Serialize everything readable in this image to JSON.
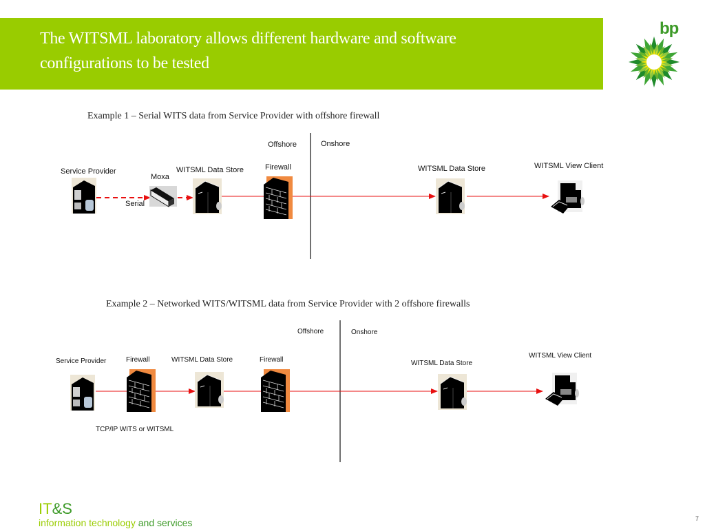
{
  "slide": {
    "title_line1": "The WITSML laboratory allows different hardware and software",
    "title_line2": "configurations to be tested",
    "header_color": "#99cc00",
    "logo": {
      "word": "bp",
      "icon": "helios-sunflower-icon"
    },
    "page_number": "7"
  },
  "example1": {
    "title": "Example 1 – Serial WITS data from Service Provider with offshore firewall",
    "zone_offshore": "Offshore",
    "zone_onshore": "Onshore",
    "nodes": [
      {
        "label": "Service Provider",
        "icon": "server-tower-icon"
      },
      {
        "label": "Moxa",
        "icon": "serial-device-server-icon"
      },
      {
        "label": "WITSML Data Store",
        "icon": "server-icon"
      },
      {
        "label": "Firewall",
        "icon": "firewall-icon"
      },
      {
        "label": "WITSML Data Store",
        "icon": "server-icon"
      },
      {
        "label": "WITSML View Client",
        "icon": "workstation-icon"
      }
    ],
    "link_label": "Serial",
    "link_color": "#e81010"
  },
  "example2": {
    "title": "Example 2 – Networked WITS/WITSML data from Service Provider with 2 offshore firewalls",
    "zone_offshore": "Offshore",
    "zone_onshore": "Onshore",
    "nodes": [
      {
        "label": "Service Provider",
        "icon": "server-tower-icon"
      },
      {
        "label": "Firewall",
        "icon": "firewall-icon"
      },
      {
        "label": "WITSML Data Store",
        "icon": "server-icon"
      },
      {
        "label": "Firewall",
        "icon": "firewall-icon"
      },
      {
        "label": "WITSML Data Store",
        "icon": "server-icon"
      },
      {
        "label": "WITSML View Client",
        "icon": "workstation-icon"
      }
    ],
    "link_label": "TCP/IP WITS or WITSML",
    "link_color": "#e81010"
  },
  "footer": {
    "brand": "IT&S",
    "brand_it": "IT",
    "brand_amp": "&",
    "brand_s": "S",
    "sub_part1": "information technology",
    "sub_part2": "and services"
  }
}
